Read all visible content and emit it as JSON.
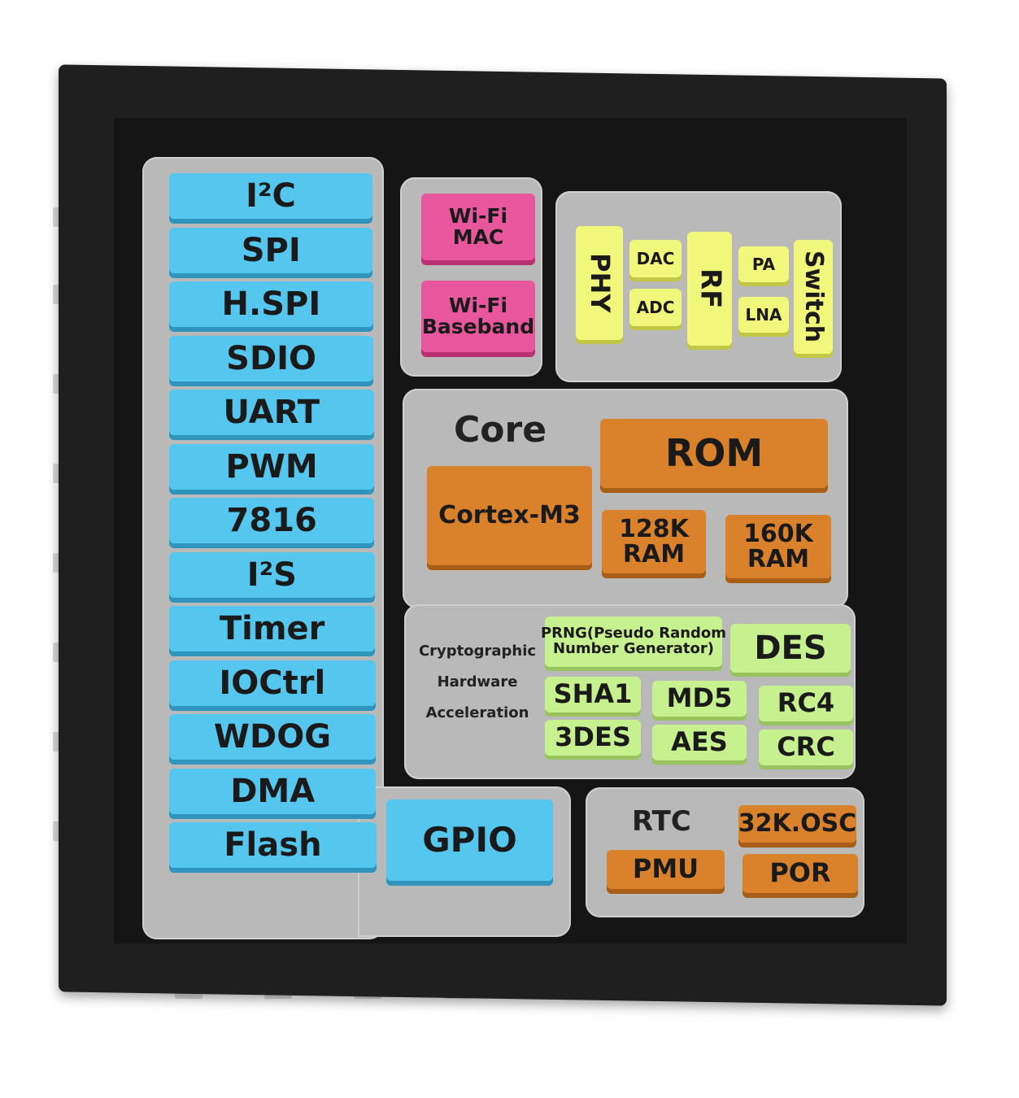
{
  "peripherals": [
    "I²C",
    "SPI",
    "H.SPI",
    "SDIO",
    "UART",
    "PWM",
    "7816",
    "I²S",
    "Timer",
    "IOCtrl",
    "WDOG",
    "DMA",
    "Flash"
  ],
  "gpio": "GPIO",
  "wifi": {
    "mac": "Wi-Fi\nMAC",
    "baseband": "Wi-Fi\nBaseband"
  },
  "rf": {
    "phy": "PHY",
    "dac": "DAC",
    "adc": "ADC",
    "rf": "RF",
    "pa": "PA",
    "lna": "LNA",
    "switch": "Switch"
  },
  "core": {
    "title": "Core",
    "cpu": "Cortex-M3",
    "rom": "ROM",
    "ram1": "128K\nRAM",
    "ram2": "160K\nRAM"
  },
  "crypto": {
    "label": "Cryptographic\nHardware\nAcceleration",
    "prng": "PRNG(Pseudo Random\nNumber Generator)",
    "des": "DES",
    "sha1": "SHA1",
    "md5": "MD5",
    "rc4": "RC4",
    "des3": "3DES",
    "aes": "AES",
    "crc": "CRC"
  },
  "power": {
    "rtc": "RTC",
    "osc": "32K.OSC",
    "pmu": "PMU",
    "por": "POR"
  },
  "colors": {
    "peripheral": "#55c7ef",
    "wifi": "#e8569e",
    "rf": "#f1f77a",
    "core": "#d9822b",
    "crypto": "#c7f08f",
    "panel": "#b9b9b9",
    "package": "#1f1f1f"
  }
}
